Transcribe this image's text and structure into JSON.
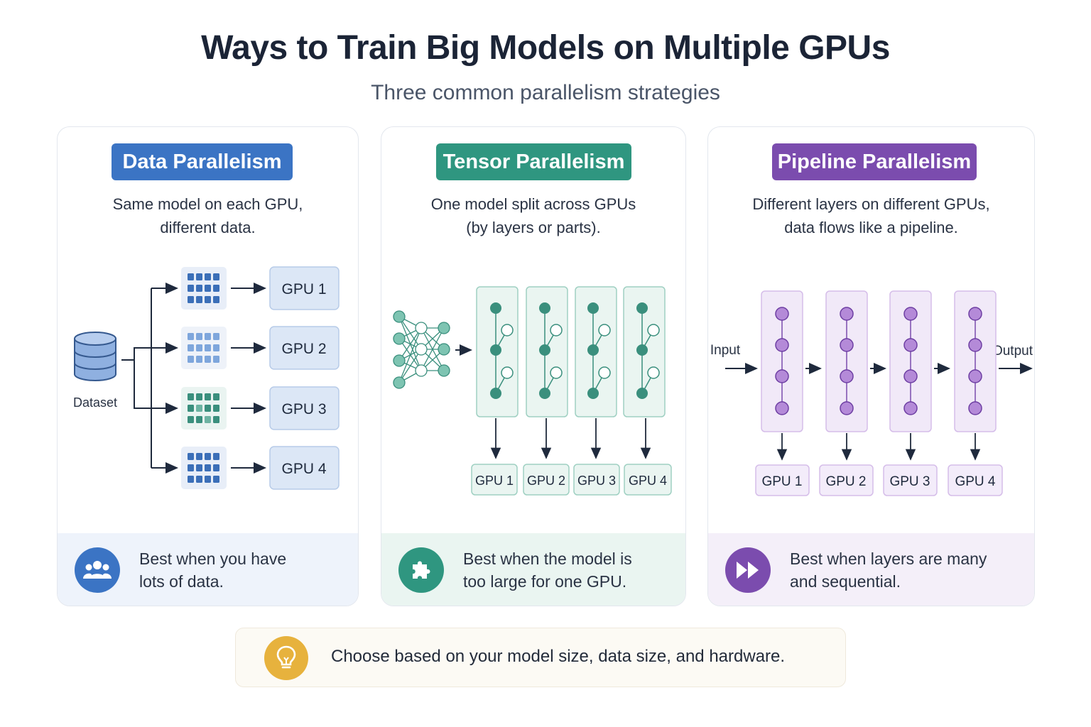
{
  "header": {
    "title": "Ways to Train Big Models on Multiple GPUs",
    "subtitle": "Three common parallelism strategies"
  },
  "panels": [
    {
      "badge": "Data Parallelism",
      "desc": [
        "Same model on each GPU,",
        "different data."
      ],
      "source_label": "Dataset",
      "gpus": [
        "GPU 1",
        "GPU 2",
        "GPU 3",
        "GPU 4"
      ],
      "footer": [
        "Best when you have",
        "lots of data."
      ],
      "footer_icon": "users-icon",
      "color": "#3b74c4"
    },
    {
      "badge": "Tensor Parallelism",
      "desc": [
        "One model split across GPUs",
        "(by layers or parts)."
      ],
      "gpus": [
        "GPU 1",
        "GPU 2",
        "GPU 3",
        "GPU 4"
      ],
      "footer": [
        "Best when the model is",
        "too large for one GPU."
      ],
      "footer_icon": "puzzle-icon",
      "color": "#2f9680"
    },
    {
      "badge": "Pipeline Parallelism",
      "desc": [
        "Different layers on different GPUs,",
        "data flows like a pipeline."
      ],
      "input_label": "Input",
      "output_label": "Output",
      "gpus": [
        "GPU 1",
        "GPU 2",
        "GPU 3",
        "GPU 4"
      ],
      "footer": [
        "Best when layers are many",
        "and sequential."
      ],
      "footer_icon": "fast-forward-icon",
      "color": "#7b4cae"
    }
  ],
  "tip": {
    "text": "Choose based on your model size, data size, and hardware.",
    "icon": "lightbulb-icon",
    "color": "#e7b23d"
  }
}
